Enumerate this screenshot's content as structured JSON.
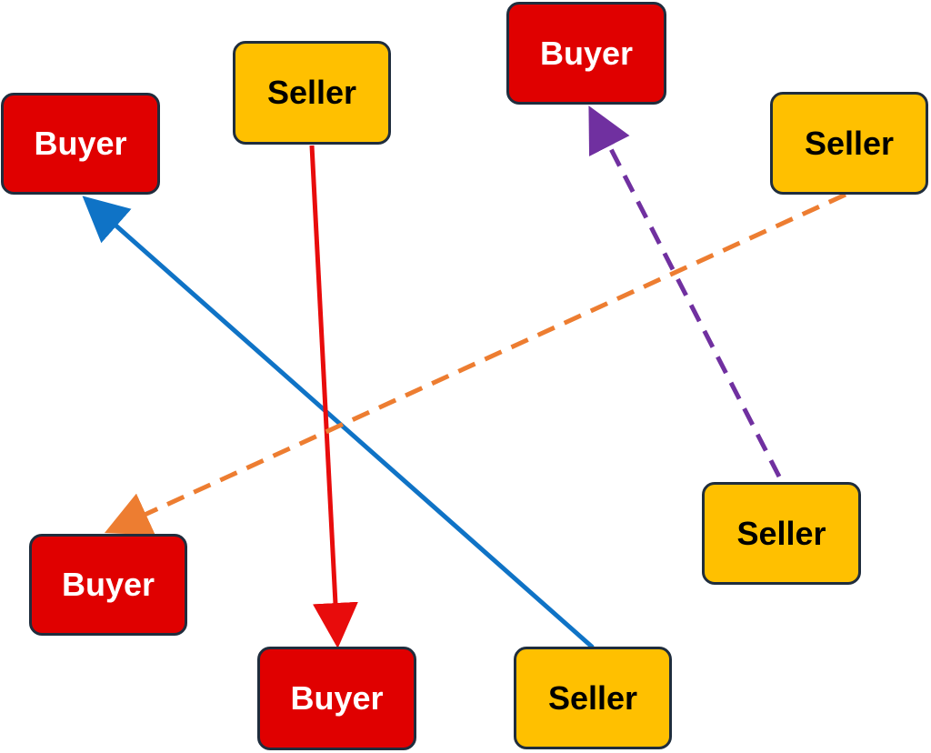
{
  "colors": {
    "buyer_fill": "#e00000",
    "seller_fill": "#ffc000",
    "box_border": "#1f2d3d",
    "solid_blue_arrow": "#0f73c6",
    "solid_red_arrow": "#e80c0c",
    "dashed_purple_arrow": "#7030a0",
    "dashed_orange_arrow": "#ed7d31"
  },
  "nodes": {
    "buyer_top_left": {
      "label": "Buyer",
      "role": "buyer"
    },
    "seller_top_center": {
      "label": "Seller",
      "role": "seller"
    },
    "buyer_top_right": {
      "label": "Buyer",
      "role": "buyer"
    },
    "seller_right": {
      "label": "Seller",
      "role": "seller"
    },
    "buyer_bottom_left": {
      "label": "Buyer",
      "role": "buyer"
    },
    "buyer_bottom_center": {
      "label": "Buyer",
      "role": "buyer"
    },
    "seller_bottom_center": {
      "label": "Seller",
      "role": "seller"
    },
    "seller_bottom_right": {
      "label": "Seller",
      "role": "seller"
    }
  },
  "edges": [
    {
      "from": "seller_bottom_center",
      "to": "buyer_top_left",
      "style": "solid",
      "color": "#0f73c6"
    },
    {
      "from": "seller_top_center",
      "to": "buyer_bottom_center",
      "style": "solid",
      "color": "#e80c0c"
    },
    {
      "from": "seller_bottom_right",
      "to": "buyer_top_right",
      "style": "dashed",
      "color": "#7030a0"
    },
    {
      "from": "seller_right",
      "to": "buyer_bottom_left",
      "style": "dashed",
      "color": "#ed7d31"
    }
  ]
}
